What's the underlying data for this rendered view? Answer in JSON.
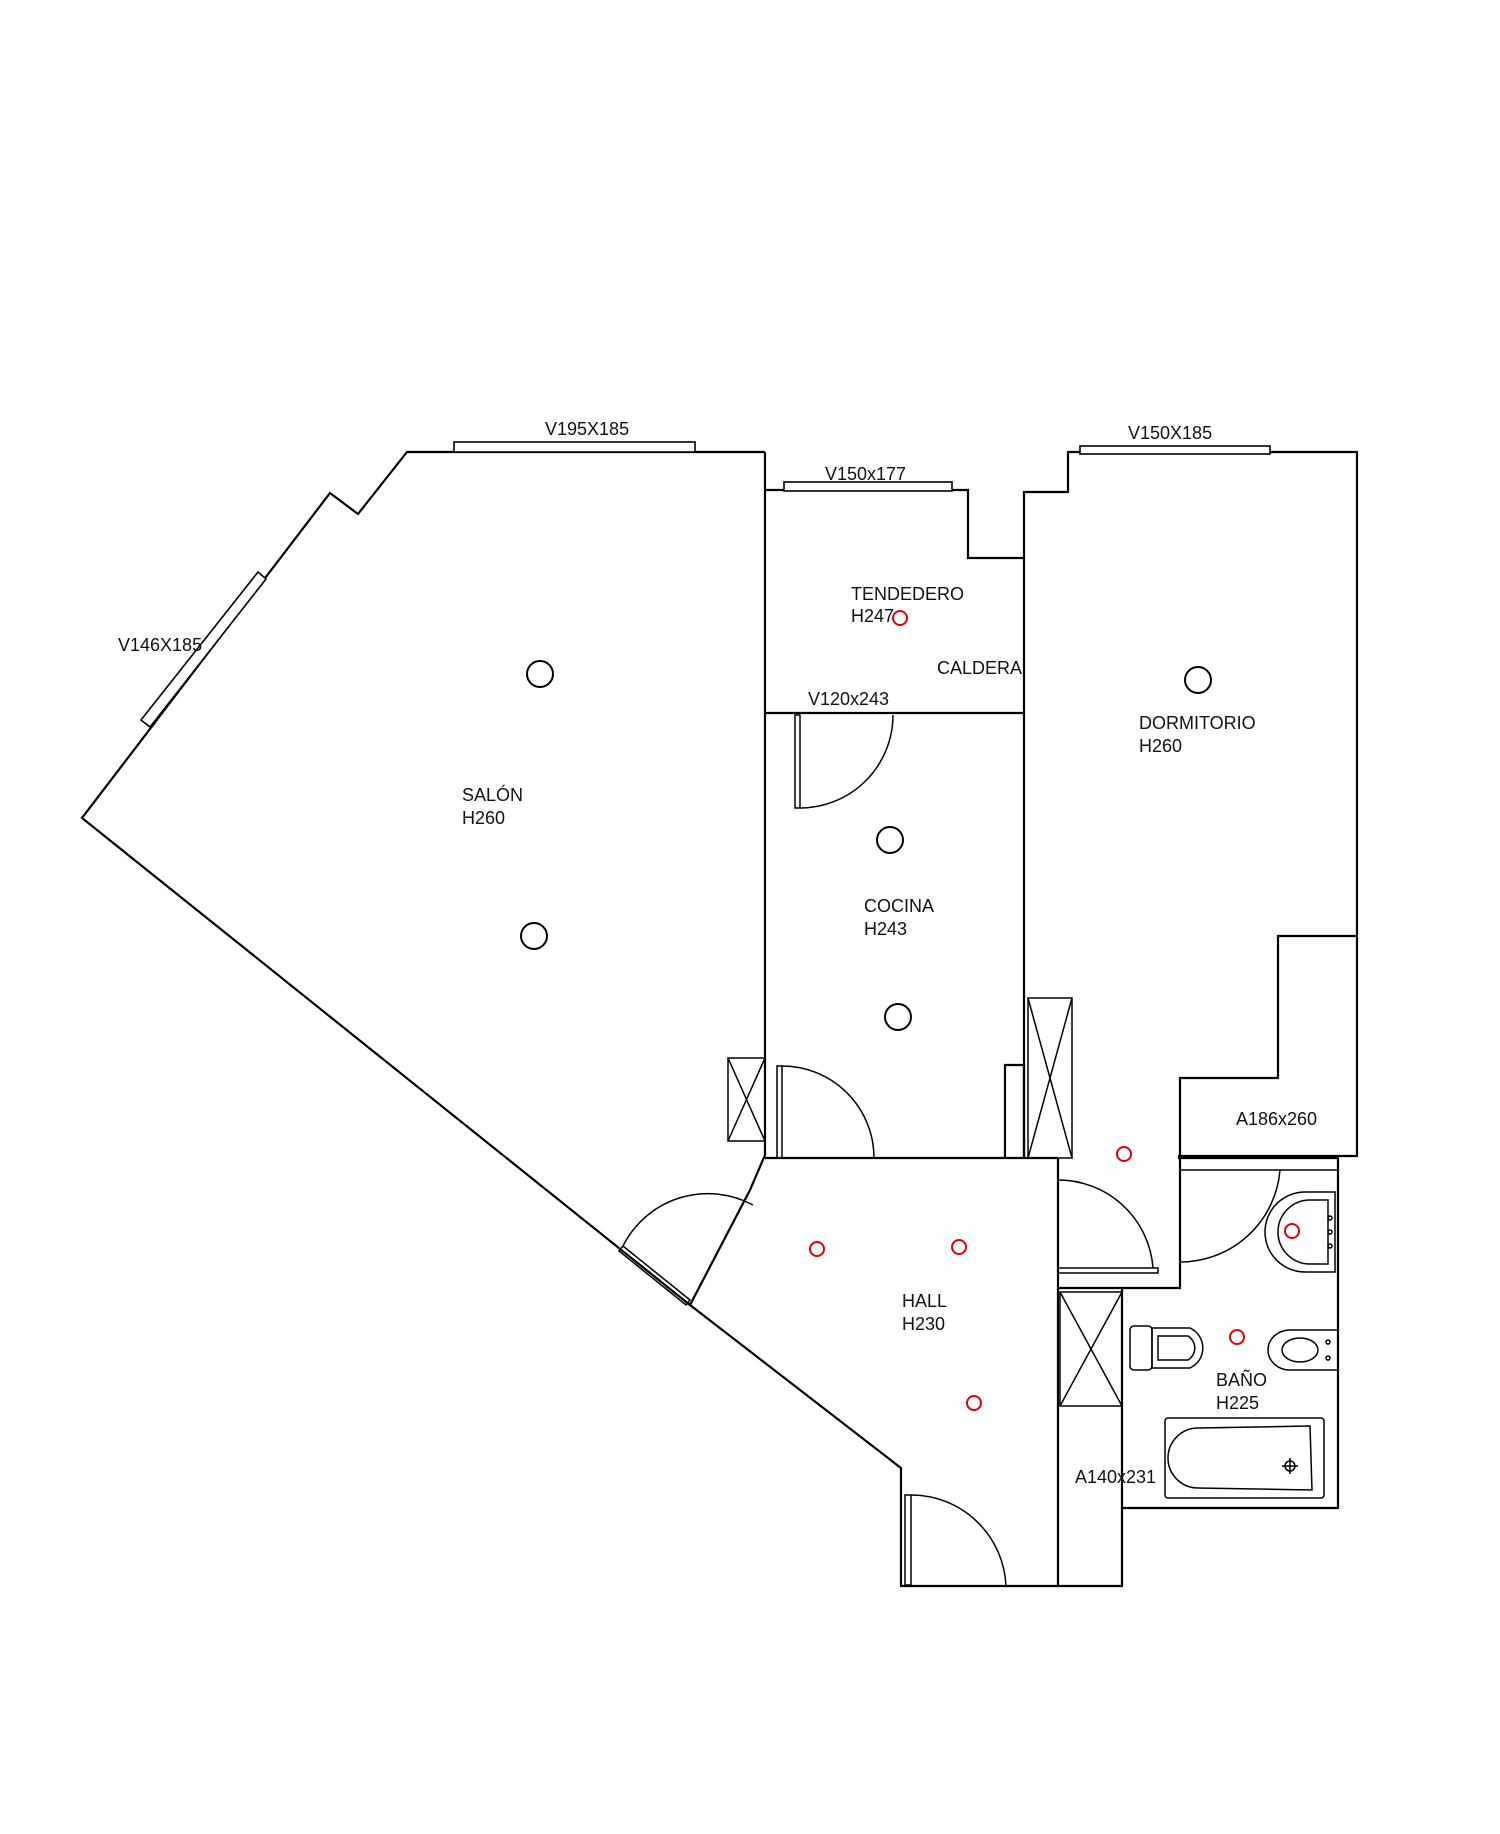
{
  "colors": {
    "wall": "#000000",
    "point": "#e00000",
    "background": "#ffffff"
  },
  "windows": {
    "salon_top": "V195X185",
    "salon_side": "V146X185",
    "tendedero": "V150x177",
    "dormitorio": "V150X185",
    "cocina": "V120x243"
  },
  "rooms": {
    "tendedero": {
      "name": "TENDEDERO",
      "height": "H247"
    },
    "caldera": "CALDERA",
    "salon": {
      "name": "SALÓN",
      "height": "H260"
    },
    "cocina": {
      "name": "COCINA",
      "height": "H243"
    },
    "dormitorio": {
      "name": "DORMITORIO",
      "height": "H260"
    },
    "hall": {
      "name": "HALL",
      "height": "H230"
    },
    "bano": {
      "name": "BAÑO",
      "height": "H225"
    }
  },
  "wardrobes": {
    "dormitorio": "A186x260",
    "hall": "A140x231"
  },
  "icons": [
    "ceiling-lamp-icon",
    "outlet-point-icon",
    "sink-icon",
    "toilet-icon",
    "bidet-icon",
    "bathtub-icon",
    "wardrobe-icon"
  ]
}
